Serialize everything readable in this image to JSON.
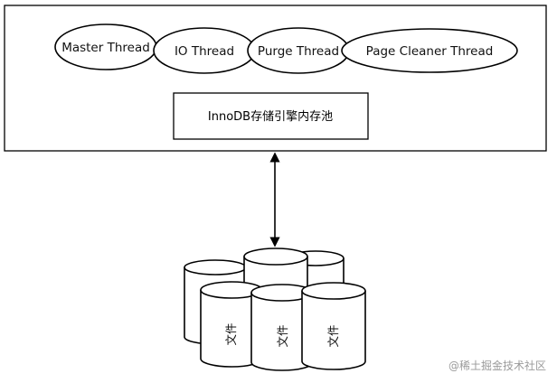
{
  "threads": [
    {
      "label": "Master Thread"
    },
    {
      "label": "IO Thread"
    },
    {
      "label": "Purge Thread"
    },
    {
      "label": "Page Cleaner Thread"
    }
  ],
  "buffer_pool": {
    "label": "InnoDB存储引擎内存池"
  },
  "files": [
    {
      "label": "文件"
    },
    {
      "label": "文件"
    },
    {
      "label": "文件"
    }
  ],
  "watermark": "@稀土掘金技术社区",
  "colors": {
    "stroke": "#000000",
    "fill": "#ffffff",
    "watermark": "#9a9a9a"
  }
}
